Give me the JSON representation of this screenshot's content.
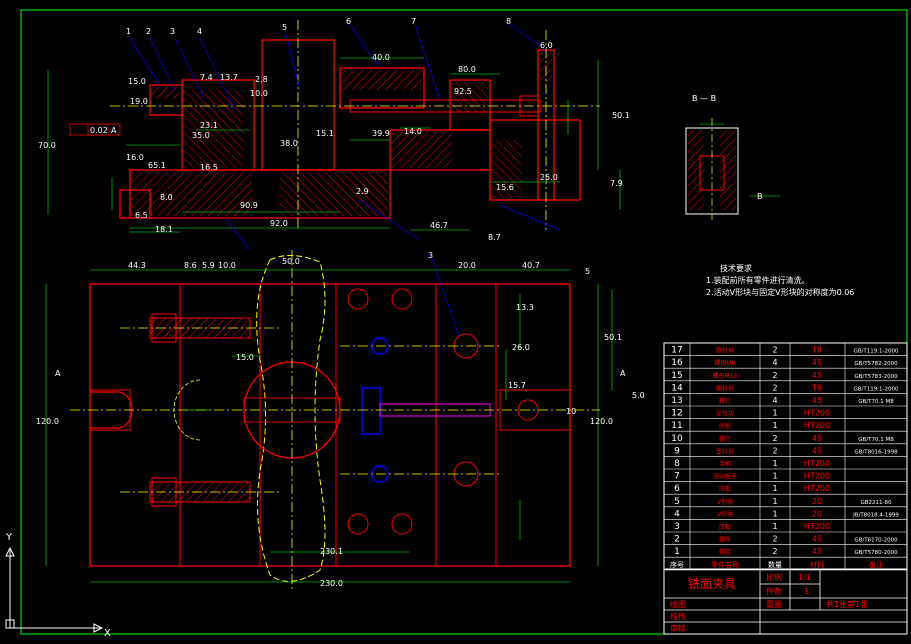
{
  "palette": {
    "background": "#000000",
    "frame": "#00ff00",
    "outline": "#ff0000",
    "hatch": "#ff0000",
    "centerline": "#ffff00",
    "dimension": "#00ff00",
    "dim_text": "#ffffff",
    "leader": "#0000ff",
    "handle_dashed": "#ffff00",
    "bolt": "#ff00ff"
  },
  "labels": {
    "section_view": "B — B",
    "top_view_a_left": "A",
    "top_view_a_right": "A",
    "section_b_right": "B",
    "tolerance": "0.02",
    "tolerance_datum": "A",
    "mark_5": "5",
    "mark_50": "5.0"
  },
  "balloons": [
    "1",
    "2",
    "3",
    "4",
    "5",
    "6",
    "7",
    "8"
  ],
  "front_dims": {
    "d40": "40.0",
    "d80": "80.0",
    "d925": "92.5",
    "d60": "6.0",
    "d150": "15.0",
    "d74": "7.4",
    "d137": "13.7",
    "d28": "2.8",
    "d23": "23.1",
    "d350": "35.0",
    "d160": "16.0",
    "d80b": "8.0",
    "d651": "65.1",
    "d909": "90.9",
    "d920": "92.0",
    "d467": "46.7",
    "d151": "15.1",
    "d399": "39.9",
    "d140": "14.0",
    "d501": "50.1",
    "d700": "70.0",
    "d181": "18.1",
    "d100": "10.0",
    "d250": "25.0",
    "d156": "15.6",
    "d190": "19.0",
    "d380": "38.0",
    "d29": "2.9",
    "d79": "7.9",
    "d87": "8.7",
    "d165": "16.5",
    "d65": "6.5"
  },
  "top_dims": {
    "d443": "44.3",
    "d86": "8.6",
    "d59": "5.9",
    "d100": "10.0",
    "d500": "50.0",
    "d200": "20.0",
    "d407": "40.7",
    "d133": "13.3",
    "d260": "26.0",
    "d157": "15.7",
    "d10": "10",
    "d1200": "120.0",
    "d1200r": "120.0",
    "d501": "50.1",
    "d150": "15.0",
    "d2301": "230.1",
    "d2300": "230.0",
    "d3": "3"
  },
  "tech_requirements": {
    "title": "技术要求",
    "item1": "1.装配前所有零件进行清洗。",
    "item2": "2.活动V形块与固定V形块的对称度为0.06"
  },
  "parts_table": {
    "rows": [
      {
        "no": "17",
        "name": "圆柱销",
        "qty": "2",
        "material": "T8",
        "note": "GB/T119.1-2000"
      },
      {
        "no": "16",
        "name": "螺母M8",
        "qty": "4",
        "material": "45",
        "note": "GB/T5782-2000"
      },
      {
        "no": "15",
        "name": "螺母M10",
        "qty": "2",
        "material": "45",
        "note": "GB/T5783-2000"
      },
      {
        "no": "14",
        "name": "圆柱销",
        "qty": "2",
        "material": "T8",
        "note": "GB/T119.1-2000"
      },
      {
        "no": "13",
        "name": "螺钉",
        "qty": "4",
        "material": "45",
        "note": "GB/T70.1 M8"
      },
      {
        "no": "12",
        "name": "定位块",
        "qty": "1",
        "material": "HT200",
        "note": ""
      },
      {
        "no": "11",
        "name": "底板",
        "qty": "1",
        "material": "HT200",
        "note": ""
      },
      {
        "no": "10",
        "name": "螺钉",
        "qty": "2",
        "material": "45",
        "note": "GB/T70.1 M8"
      },
      {
        "no": "9",
        "name": "定位销",
        "qty": "2",
        "material": "45",
        "note": "GB/T8016-1998"
      },
      {
        "no": "8",
        "name": "手柄",
        "qty": "1",
        "material": "HT200",
        "note": ""
      },
      {
        "no": "7",
        "name": "活动板手",
        "qty": "1",
        "material": "HT200",
        "note": ""
      },
      {
        "no": "6",
        "name": "压板",
        "qty": "1",
        "material": "HT200",
        "note": ""
      },
      {
        "no": "5",
        "name": "V形块",
        "qty": "1",
        "material": "20",
        "note": "GB2211-80"
      },
      {
        "no": "4",
        "name": "V形块",
        "qty": "1",
        "material": "20",
        "note": "JB/T8018.4-1999"
      },
      {
        "no": "3",
        "name": "压板",
        "qty": "1",
        "material": "HT200",
        "note": ""
      },
      {
        "no": "2",
        "name": "螺母",
        "qty": "2",
        "material": "45",
        "note": "GB/T6170-2000"
      },
      {
        "no": "1",
        "name": "螺栓",
        "qty": "2",
        "material": "45",
        "note": "GB/T5780-2000"
      }
    ],
    "headers": {
      "no": "序号",
      "name": "零件名称",
      "qty": "数量",
      "material": "材料",
      "note": "备注"
    }
  },
  "title_block": {
    "drawing_name": "铣面夹具",
    "scale_label": "比例",
    "scale_value": "1/1",
    "pieces_label": "件数",
    "pieces_value": "1",
    "weight_label": "重量",
    "sheet_info": "共1张第1张",
    "design_label": "绘图",
    "check_label": "校核",
    "approve_label": "审核"
  },
  "ucs": {
    "y": "Y",
    "x": "X"
  }
}
